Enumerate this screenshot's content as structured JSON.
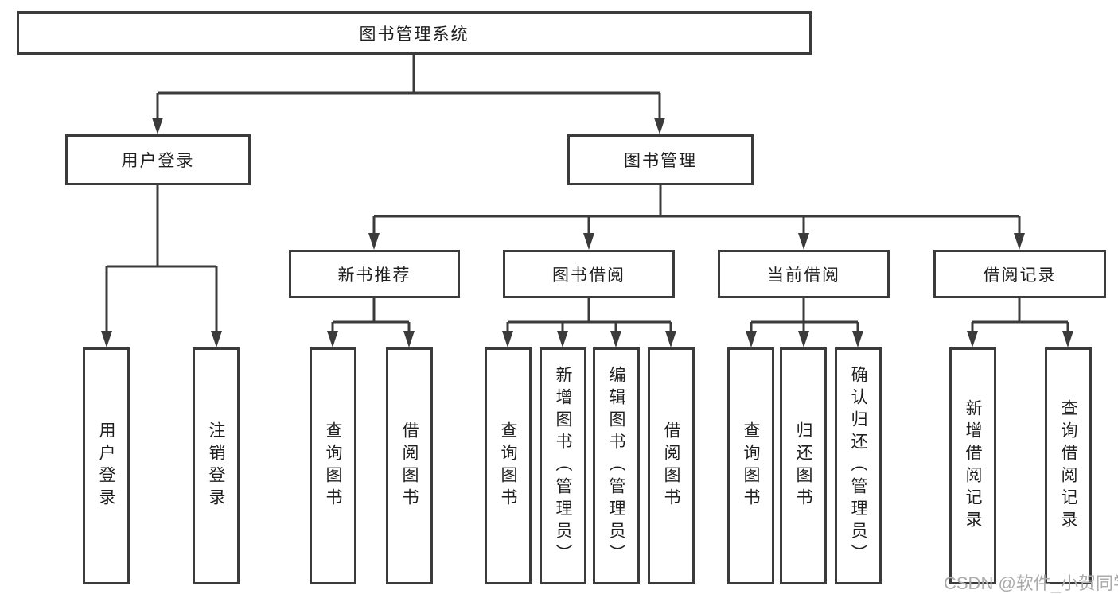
{
  "tree": {
    "root": {
      "label": "图书管理系统",
      "children": [
        {
          "label": "用户登录",
          "children": [
            {
              "label": "用户登录"
            },
            {
              "label": "注销登录"
            }
          ]
        },
        {
          "label": "图书管理",
          "children": [
            {
              "label": "新书推荐",
              "children": [
                {
                  "label": "查询图书"
                },
                {
                  "label": "借阅图书"
                }
              ]
            },
            {
              "label": "图书借阅",
              "children": [
                {
                  "label": "查询图书"
                },
                {
                  "label": "新增图书（管理员）"
                },
                {
                  "label": "编辑图书（管理员）"
                },
                {
                  "label": "借阅图书"
                }
              ]
            },
            {
              "label": "当前借阅",
              "children": [
                {
                  "label": "查询图书"
                },
                {
                  "label": "归还图书"
                },
                {
                  "label": "确认归还（管理员）"
                }
              ]
            },
            {
              "label": "借阅记录",
              "children": [
                {
                  "label": "新增借阅记录"
                },
                {
                  "label": "查询借阅记录"
                }
              ]
            }
          ]
        }
      ]
    }
  },
  "watermark": {
    "text": "CSDN @软件_小贺同学"
  },
  "colors": {
    "line": "#3b3b3b",
    "text": "#1f1f1f",
    "watermark": "#ababab",
    "background": "#ffffff"
  }
}
